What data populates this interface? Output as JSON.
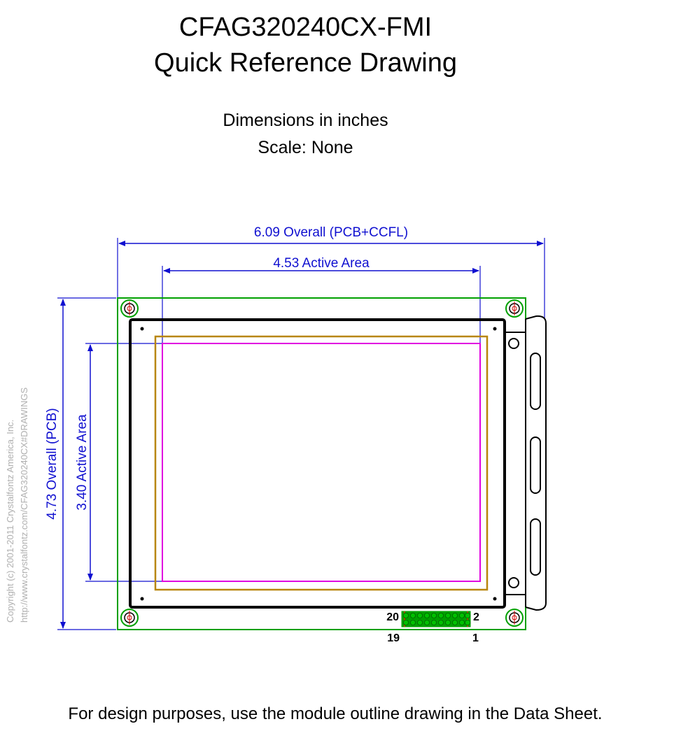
{
  "header": {
    "title_line1": "CFAG320240CX-FMI",
    "title_line2": "Quick Reference Drawing",
    "units": "Dimensions in inches",
    "scale": "Scale: None"
  },
  "dimensions": {
    "overall_width": "6.09 Overall (PCB+CCFL)",
    "active_width": "4.53 Active Area",
    "overall_height": "4.73 Overall (PCB)",
    "active_height": "3.40 Active Area"
  },
  "connector": {
    "pin_top_left": "20",
    "pin_top_right": "2",
    "pin_bottom_left": "19",
    "pin_bottom_right": "1"
  },
  "copyright": {
    "line1": "Copyright (c) 2001-2011 Crystalfontz America, Inc.",
    "line2": "http://www.crystalfontz.com/CFAG320240CX#DRAWINGS"
  },
  "footer": {
    "note": "For design purposes, use the module outline drawing in the Data Sheet."
  },
  "colors": {
    "dimension": "#1010d0",
    "pcb": "#00a000",
    "viewing_area": "#b8860b",
    "active_area": "#e000e0",
    "connector_pad": "#a05000",
    "outline": "#000000"
  }
}
